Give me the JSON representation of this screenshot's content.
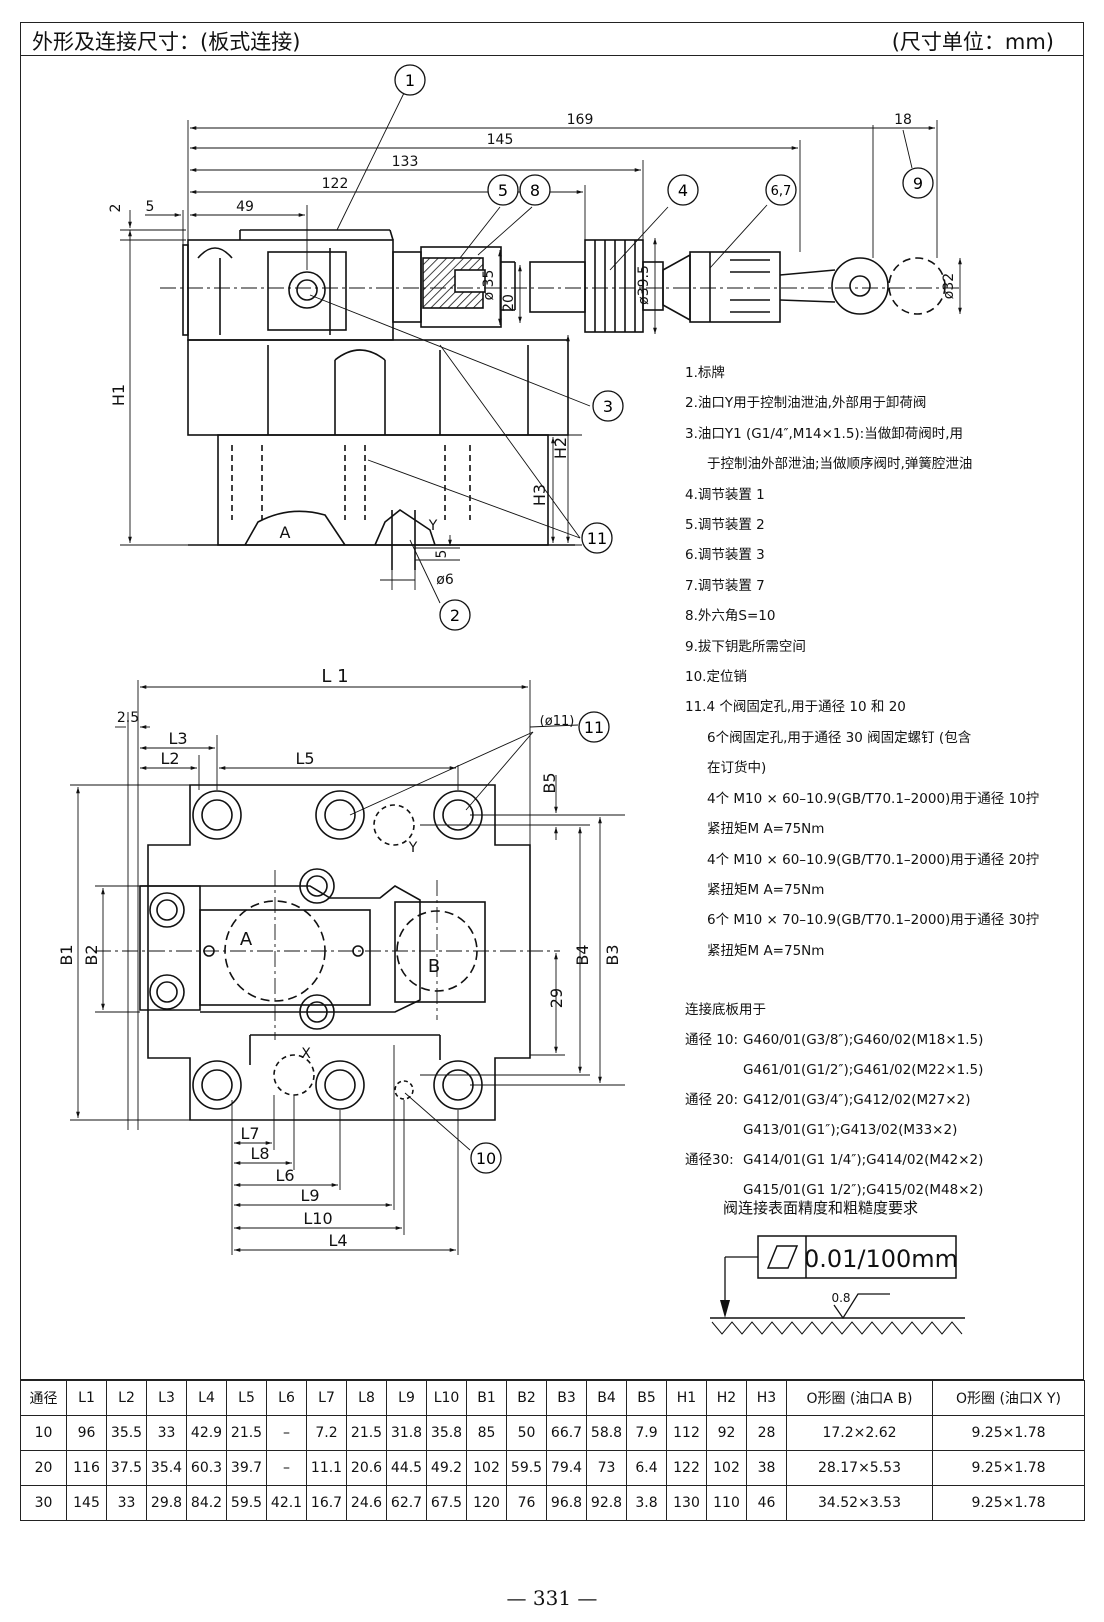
{
  "header": {
    "title": "外形及连接尺寸：(板式连接)",
    "unit": "(尺寸单位：mm)"
  },
  "top_view": {
    "dims": {
      "d169": "169",
      "d145": "145",
      "d133": "133",
      "d122": "122",
      "d49": "49",
      "d5": "5",
      "d2": "2",
      "d18": "18",
      "d20": "20",
      "d35": "ø 35",
      "d395": "ø39.5",
      "d32": "ø32",
      "d6": "ø6",
      "d5b": "5",
      "H1": "H1",
      "H2": "H2",
      "H3": "H3",
      "portA": "A",
      "portY": "Y"
    },
    "balloons": [
      "1",
      "5",
      "8",
      "4",
      "6,7",
      "9",
      "3",
      "11",
      "2"
    ]
  },
  "plan_view": {
    "dims": {
      "L1": "L 1",
      "L2": "L2",
      "L3": "L3",
      "L4": "L4",
      "L5": "L5",
      "L6": "L6",
      "L7": "L7",
      "L8": "L8",
      "L9": "L9",
      "L10": "L10",
      "B1": "B1",
      "B2": "B2",
      "B3": "B3",
      "B4": "B4",
      "B5": "B5",
      "d25": "2.5",
      "d29": "29",
      "phi11": "(ø11)",
      "portA": "A",
      "portB": "B",
      "portX": "X",
      "portY": "Y"
    },
    "balloons": [
      "11",
      "10"
    ]
  },
  "notes": [
    {
      "text": "1.标牌",
      "indent": false
    },
    {
      "text": "2.油口Y用于控制油泄油,外部用于卸荷阀",
      "indent": false
    },
    {
      "text": "3.油口Y1 (G1/4″,M14×1.5):当做卸荷阀时,用",
      "indent": false
    },
    {
      "text": "于控制油外部泄油;当做顺序阀时,弹簧腔泄油",
      "indent": true
    },
    {
      "text": "4.调节装置 1",
      "indent": false
    },
    {
      "text": "5.调节装置 2",
      "indent": false
    },
    {
      "text": "6.调节装置 3",
      "indent": false
    },
    {
      "text": "7.调节装置 7",
      "indent": false
    },
    {
      "text": "8.外六角S=10",
      "indent": false
    },
    {
      "text": "9.拔下钥匙所需空间",
      "indent": false
    },
    {
      "text": "10.定位销",
      "indent": false
    },
    {
      "text": "11.4 个阀固定孔,用于通径 10 和 20",
      "indent": false
    },
    {
      "text": "6个阀固定孔,用于通径 30 阀固定螺钉 (包含",
      "indent": true
    },
    {
      "text": "在订货中)",
      "indent": true
    },
    {
      "text": "4个 M10 × 60–10.9(GB/T70.1–2000)用于通径 10拧",
      "indent": true
    },
    {
      "text": "紧扭矩M A=75Nm",
      "indent": true
    },
    {
      "text": "4个 M10 × 60–10.9(GB/T70.1–2000)用于通径 20拧",
      "indent": true
    },
    {
      "text": "紧扭矩M A=75Nm",
      "indent": true
    },
    {
      "text": "6个 M10 × 70–10.9(GB/T70.1–2000)用于通径 30拧",
      "indent": true
    },
    {
      "text": "紧扭矩M A=75Nm",
      "indent": true
    }
  ],
  "base_plates": {
    "heading": "连接底板用于",
    "rows": [
      {
        "label": "通径 10:",
        "text": "G460/01(G3/8″);G460/02(M18×1.5)"
      },
      {
        "label": "",
        "text": "G461/01(G1/2″);G461/02(M22×1.5)"
      },
      {
        "label": "通径 20:",
        "text": "G412/01(G3/4″);G412/02(M27×2)"
      },
      {
        "label": "",
        "text": "G413/01(G1″);G413/02(M33×2)"
      },
      {
        "label": "通径30:",
        "text": "G414/01(G1 1/4″);G414/02(M42×2)"
      },
      {
        "label": "",
        "text": "G415/01(G1 1/2″);G415/02(M48×2)"
      }
    ]
  },
  "surface_requirement": {
    "caption": "阀连接表面精度和粗糙度要求",
    "flatness": "0.01/100mm",
    "roughness": "0.8"
  },
  "table": {
    "headers": [
      "通径",
      "L1",
      "L2",
      "L3",
      "L4",
      "L5",
      "L6",
      "L7",
      "L8",
      "L9",
      "L10",
      "B1",
      "B2",
      "B3",
      "B4",
      "B5",
      "H1",
      "H2",
      "H3",
      "O形圈 (油口A B)",
      "O形圈 (油口X Y)"
    ],
    "rows": [
      [
        "10",
        "96",
        "35.5",
        "33",
        "42.9",
        "21.5",
        "–",
        "7.2",
        "21.5",
        "31.8",
        "35.8",
        "85",
        "50",
        "66.7",
        "58.8",
        "7.9",
        "112",
        "92",
        "28",
        "17.2×2.62",
        "9.25×1.78"
      ],
      [
        "20",
        "116",
        "37.5",
        "35.4",
        "60.3",
        "39.7",
        "–",
        "11.1",
        "20.6",
        "44.5",
        "49.2",
        "102",
        "59.5",
        "79.4",
        "73",
        "6.4",
        "122",
        "102",
        "38",
        "28.17×5.53",
        "9.25×1.78"
      ],
      [
        "30",
        "145",
        "33",
        "29.8",
        "84.2",
        "59.5",
        "42.1",
        "16.7",
        "24.6",
        "62.7",
        "67.5",
        "120",
        "76",
        "96.8",
        "92.8",
        "3.8",
        "130",
        "110",
        "46",
        "34.52×3.53",
        "9.25×1.78"
      ]
    ]
  },
  "page_number": "— 331 —"
}
